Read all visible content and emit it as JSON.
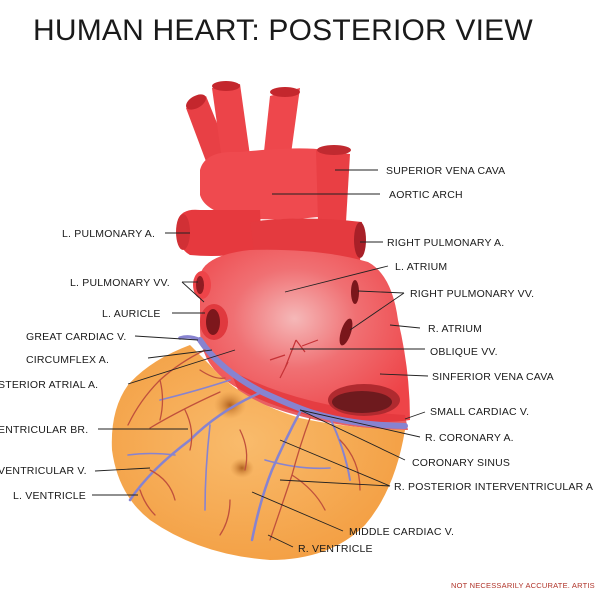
{
  "title": "HUMAN HEART: POSTERIOR VIEW",
  "labels": {
    "superior_vena_cava": "SUPERIOR VENA CAVA",
    "aortic_arch": "AORTIC ARCH",
    "l_pulmonary_a": "L. PULMONARY A.",
    "right_pulmonary_a": "RIGHT PULMONARY A.",
    "l_atrium": "L. ATRIUM",
    "l_pulmonary_vv": "L. PULMONARY VV.",
    "right_pulmonary_vv": "RIGHT PULMONARY VV.",
    "l_auricle": "L. AURICLE",
    "r_atrium": "R. ATRIUM",
    "great_cardiac_v": "GREAT CARDIAC V.",
    "oblique_vv": "OBLIQUE VV.",
    "circumflex_a": "CIRCUMFLEX A.",
    "sinferior_vena_cava": "SINFERIOR VENA CAVA",
    "posterior_atrial_a": "STERIOR ATRIAL A.",
    "small_cardiac_v": "SMALL CARDIAC V.",
    "ventricular_br": "ENTRICULAR BR.",
    "r_coronary_a": "R. CORONARY A.",
    "coronary_sinus": "CORONARY SINUS",
    "ventricular_v": "VENTRICULAR V.",
    "r_posterior_interventricular_a": "R. POSTERIOR INTERVENTRICULAR A",
    "l_ventricle": "L. VENTRICLE",
    "middle_cardiac_v": "MIDDLE CARDIAC V.",
    "r_ventricle": "R. VENTRICLE"
  },
  "disclaimer": "NOT NECESSARILY ACCURATE. ARTIS",
  "colors": {
    "atria_red": "#f0474b",
    "vessel_red": "#e94247",
    "dark_red": "#b8282d",
    "opening_maroon": "#6e1a1e",
    "ventricle_orange": "#f5a347",
    "ventricle_light": "#f8b96a",
    "vein_purple": "#8a86d2",
    "artery_red": "#c94a3a",
    "bruise_brown": "#b5651d"
  }
}
